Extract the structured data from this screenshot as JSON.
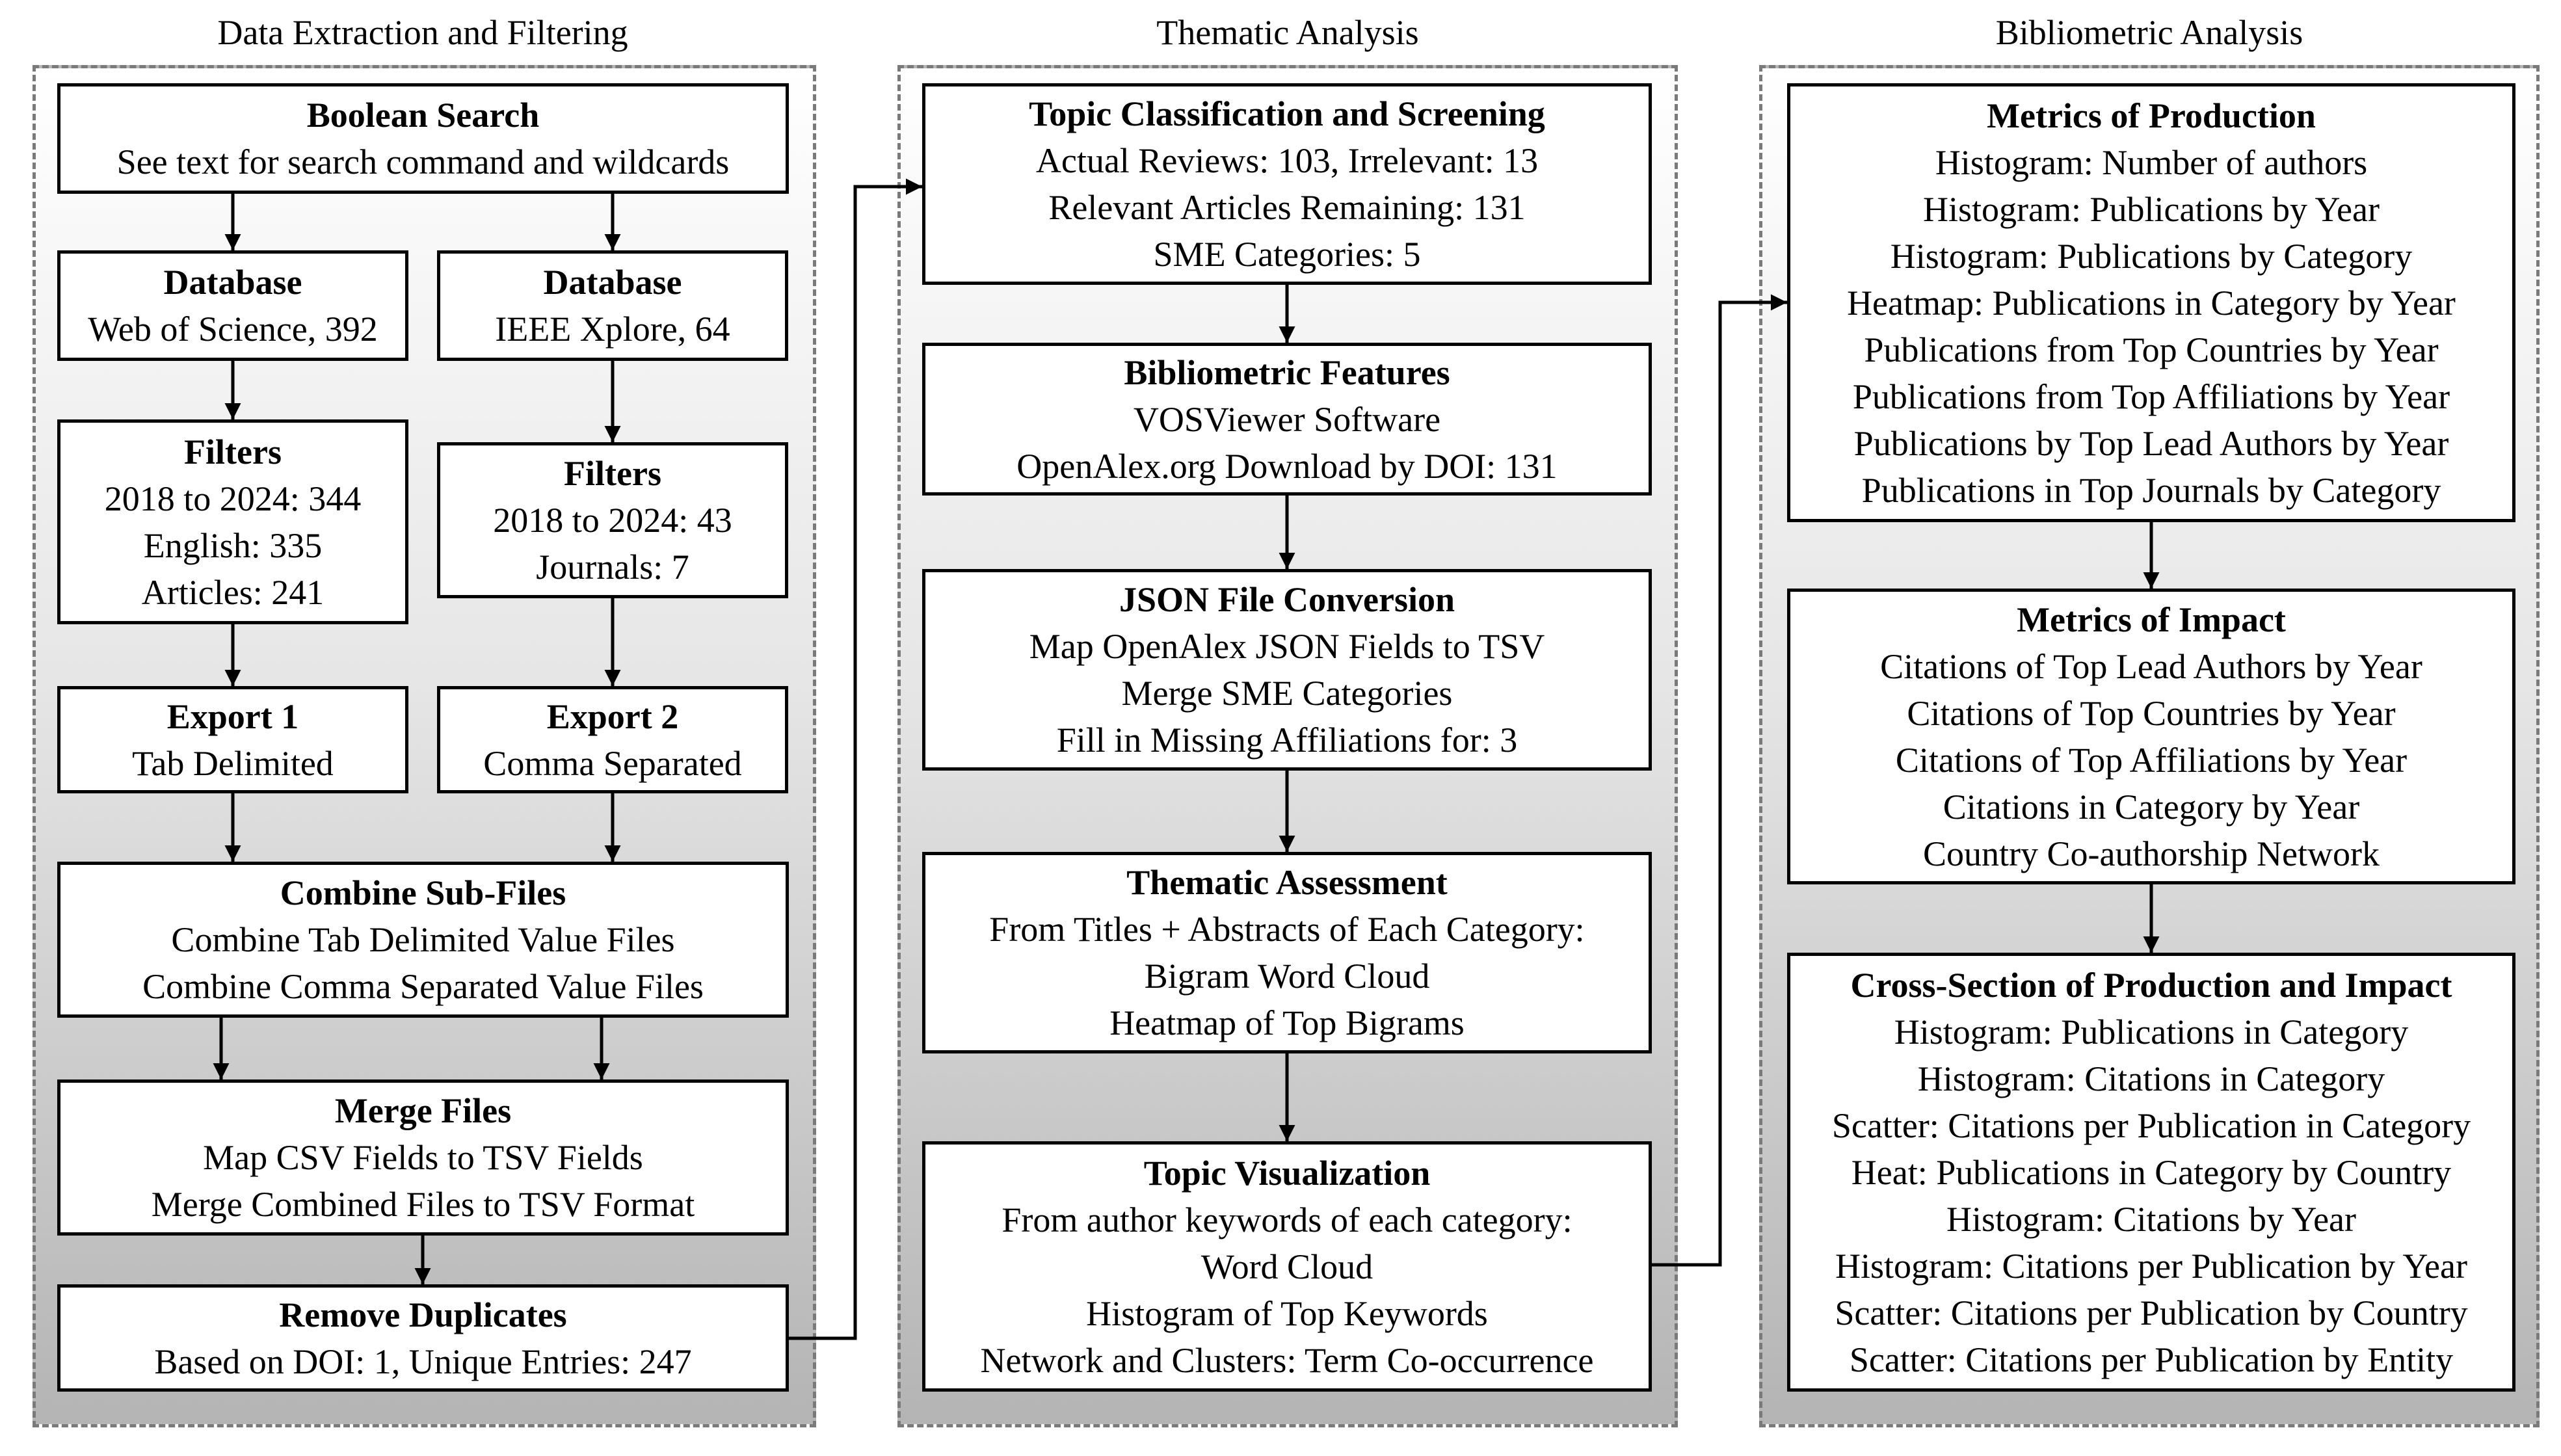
{
  "columns": [
    {
      "title": "Data Extraction and Filtering"
    },
    {
      "title": "Thematic Analysis"
    },
    {
      "title": "Bibliometric Analysis"
    }
  ],
  "nodes": {
    "boolean_search": {
      "title": "Boolean Search",
      "lines": [
        "See text for search command and wildcards"
      ]
    },
    "db_wos": {
      "title": "Database",
      "lines": [
        "Web of Science, 392"
      ]
    },
    "db_ieee": {
      "title": "Database",
      "lines": [
        "IEEE Xplore, 64"
      ]
    },
    "filters_wos": {
      "title": "Filters",
      "lines": [
        "2018 to 2024: 344",
        "English: 335",
        "Articles: 241"
      ]
    },
    "filters_ieee": {
      "title": "Filters",
      "lines": [
        "2018 to 2024: 43",
        "Journals: 7"
      ]
    },
    "export1": {
      "title": "Export 1",
      "lines": [
        "Tab Delimited"
      ]
    },
    "export2": {
      "title": "Export 2",
      "lines": [
        "Comma Separated"
      ]
    },
    "combine": {
      "title": "Combine Sub-Files",
      "lines": [
        "Combine Tab Delimited Value Files",
        "Combine Comma Separated Value Files"
      ]
    },
    "merge": {
      "title": "Merge Files",
      "lines": [
        "Map CSV Fields to TSV Fields",
        "Merge Combined Files to TSV Format"
      ]
    },
    "remove_dup": {
      "title": "Remove Duplicates",
      "lines": [
        "Based on DOI: 1, Unique Entries: 247"
      ]
    },
    "topic_class": {
      "title": "Topic Classification and Screening",
      "lines": [
        "Actual Reviews: 103, Irrelevant: 13",
        "Relevant Articles Remaining: 131",
        "SME Categories: 5"
      ]
    },
    "biblio_feat": {
      "title": "Bibliometric Features",
      "lines": [
        "VOSViewer Software",
        "OpenAlex.org Download by DOI: 131"
      ]
    },
    "json_conv": {
      "title": "JSON File Conversion",
      "lines": [
        "Map OpenAlex JSON Fields to TSV",
        "Merge SME Categories",
        "Fill in Missing Affiliations for: 3"
      ]
    },
    "thematic": {
      "title": "Thematic Assessment",
      "lines": [
        "From Titles + Abstracts of Each Category:",
        "Bigram Word Cloud",
        "Heatmap of Top Bigrams"
      ]
    },
    "topic_vis": {
      "title": "Topic Visualization",
      "lines": [
        "From author keywords of each category:",
        "Word Cloud",
        "Histogram of Top Keywords",
        "Network and Clusters: Term Co-occurrence"
      ]
    },
    "metrics_prod": {
      "title": "Metrics of Production",
      "lines": [
        "Histogram: Number of authors",
        "Histogram: Publications by Year",
        "Histogram: Publications by Category",
        "Heatmap: Publications in Category by Year",
        "Publications from Top Countries by Year",
        "Publications from Top Affiliations by Year",
        "Publications by Top Lead Authors by Year",
        "Publications in Top Journals by Category"
      ]
    },
    "metrics_impact": {
      "title": "Metrics of Impact",
      "lines": [
        "Citations of Top Lead Authors by Year",
        "Citations of Top Countries by Year",
        "Citations of Top Affiliations by Year",
        "Citations in Category by Year",
        "Country Co-authorship Network"
      ]
    },
    "cross_section": {
      "title": "Cross-Section of Production and Impact",
      "lines": [
        "Histogram: Publications in Category",
        "Histogram: Citations in Category",
        "Scatter: Citations per Publication in Category",
        "Heat: Publications in Category by Country",
        "Histogram: Citations by Year",
        "Histogram: Citations per Publication by Year",
        "Scatter: Citations per Publication by Country",
        "Scatter: Citations per Publication by Entity"
      ]
    }
  },
  "edges": [
    {
      "from": "boolean_search",
      "to": "db_wos"
    },
    {
      "from": "boolean_search",
      "to": "db_ieee"
    },
    {
      "from": "db_wos",
      "to": "filters_wos"
    },
    {
      "from": "db_ieee",
      "to": "filters_ieee"
    },
    {
      "from": "filters_wos",
      "to": "export1"
    },
    {
      "from": "filters_ieee",
      "to": "export2"
    },
    {
      "from": "export1",
      "to": "combine"
    },
    {
      "from": "export2",
      "to": "combine"
    },
    {
      "from": "combine",
      "to": "merge"
    },
    {
      "from": "merge",
      "to": "remove_dup"
    },
    {
      "from": "remove_dup",
      "to": "topic_class"
    },
    {
      "from": "topic_class",
      "to": "biblio_feat"
    },
    {
      "from": "biblio_feat",
      "to": "json_conv"
    },
    {
      "from": "json_conv",
      "to": "thematic"
    },
    {
      "from": "thematic",
      "to": "topic_vis"
    },
    {
      "from": "topic_vis",
      "to": "metrics_prod"
    },
    {
      "from": "metrics_prod",
      "to": "metrics_impact"
    },
    {
      "from": "metrics_impact",
      "to": "cross_section"
    }
  ]
}
